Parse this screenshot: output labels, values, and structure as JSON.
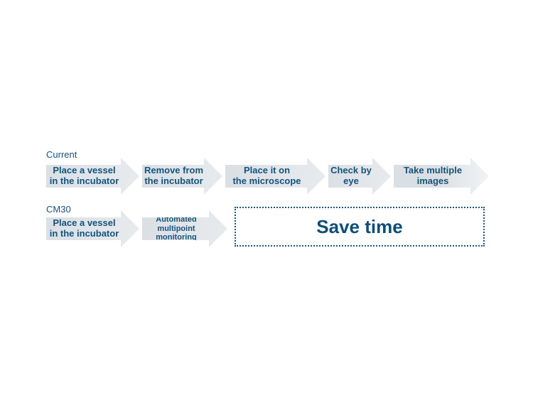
{
  "colors": {
    "background": "#ffffff",
    "arrow_fill_left": "#dadfe4",
    "arrow_fill_right": "#e8ebee",
    "arrow_fade_tip": "#f1f3f5",
    "text": "#14537b",
    "save_box_border": "#1e5278",
    "save_text": "#0e4d77"
  },
  "diagram": {
    "rows": [
      {
        "label": "Current",
        "steps": [
          {
            "text": "Place a vessel\nin the incubator",
            "width": 131
          },
          {
            "text": "Remove from\nthe incubator",
            "width": 113
          },
          {
            "text": "Place it on\nthe microscope",
            "width": 141
          },
          {
            "text": "Check by eye",
            "width": 88
          },
          {
            "text": "Take multiple\nimages",
            "width": 134,
            "fade": true
          }
        ]
      },
      {
        "label": "CM30",
        "steps": [
          {
            "text": "Place a vessel\nin the incubator",
            "width": 131
          },
          {
            "text": "Automated\nmultipoint monitoring",
            "width": 120,
            "small": true
          }
        ],
        "box": {
          "label": "Save time"
        }
      }
    ]
  }
}
